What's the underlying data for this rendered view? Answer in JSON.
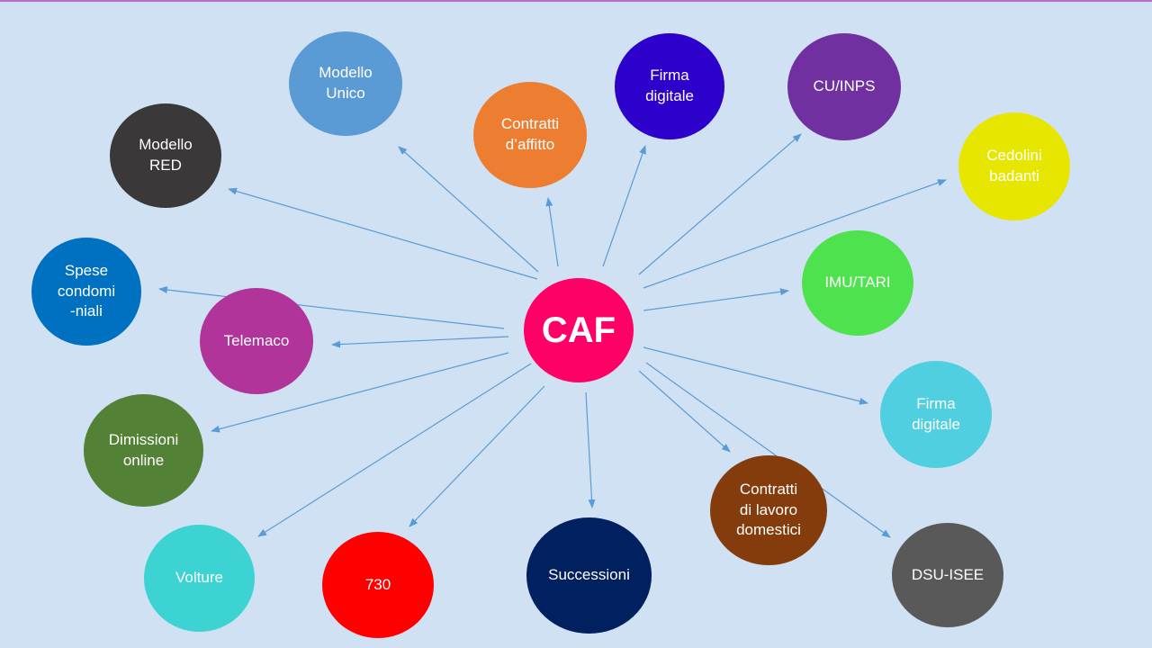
{
  "hub": {
    "label": "CAF",
    "color": "#ff0066"
  },
  "services": [
    {
      "label": "Modello\nUnico",
      "color": "#5b9bd5"
    },
    {
      "label": "Contratti\nd’affitto",
      "color": "#ed7d31"
    },
    {
      "label": "Firma\ndigitale",
      "color": "#2e00cc"
    },
    {
      "label": "CU/INPS",
      "color": "#7030a0"
    },
    {
      "label": "Cedolini\nbadanti",
      "color": "#e6e600"
    },
    {
      "label": "Modello\nRED",
      "color": "#3a3838"
    },
    {
      "label": "IMU/TARI",
      "color": "#4ee34e"
    },
    {
      "label": "Spese\ncondomi\n-niali",
      "color": "#0070c0"
    },
    {
      "label": "Telemaco",
      "color": "#b0349a"
    },
    {
      "label": "Dimissioni\nonline",
      "color": "#538135"
    },
    {
      "label": "Firma\ndigitale",
      "color": "#4fcfdf"
    },
    {
      "label": "Contratti\ndi lavoro\ndomestici",
      "color": "#843c0c"
    },
    {
      "label": "Volture",
      "color": "#3ed3d3"
    },
    {
      "label": "730",
      "color": "#ff0000"
    },
    {
      "label": "Successioni",
      "color": "#002060"
    },
    {
      "label": "DSU-ISEE",
      "color": "#595959"
    }
  ],
  "arrow_color": "#5b9bd5"
}
